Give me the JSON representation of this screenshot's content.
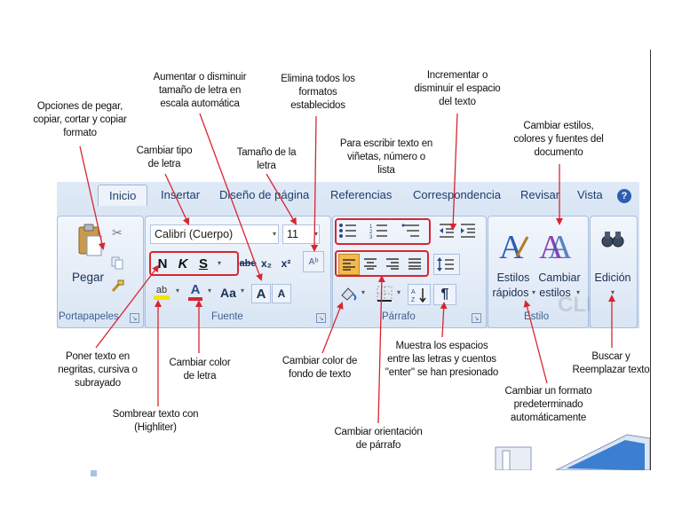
{
  "ribbon": {
    "tabs": [
      "Inicio",
      "Insertar",
      "Diseño de página",
      "Referencias",
      "Correspondencia",
      "Revisar",
      "Vista"
    ],
    "groups": {
      "clipboard": {
        "label": "Portapapeles",
        "paste_label": "Pegar"
      },
      "font": {
        "label": "Fuente",
        "font_name": "Calibri (Cuerpo)",
        "font_size": "11",
        "bold": "N",
        "italic": "K",
        "underline": "S",
        "strike": "abe",
        "subscript": "x₂",
        "superscript": "x²",
        "case": "Aa",
        "grow": "A",
        "shrink": "A",
        "font_color": "A"
      },
      "paragraph": {
        "label": "Párrafo",
        "pilcrow": "¶"
      },
      "styles": {
        "label": "Estilo",
        "quick_styles_1": "Estilos",
        "quick_styles_2": "rápidos",
        "change_styles_1": "Cambiar",
        "change_styles_2": "estilos"
      },
      "editing": {
        "label": "Edición"
      }
    },
    "watermark": "CLIC"
  },
  "annotations": {
    "paste_options": [
      "Opciones de pegar,",
      "copiar, cortar y copiar",
      "formato"
    ],
    "auto_size": [
      "Aumentar o disminuir",
      "tamaño de letra en",
      "escala automática"
    ],
    "clear_format": [
      "Elimina todos los",
      "formatos",
      "establecidos"
    ],
    "spacing": [
      "Incrementar o",
      "disminuir el espacio",
      "del texto"
    ],
    "font_type": [
      "Cambiar tipo",
      "de letra"
    ],
    "font_size": [
      "Tamaño de la",
      "letra"
    ],
    "bullets": [
      "Para escribir texto en",
      "viñetas, número o",
      "lista"
    ],
    "change_styles": [
      "Cambiar estilos,",
      "colores y fuentes del",
      "documento"
    ],
    "bold_italic": [
      "Poner texto en",
      "negritas, cursiva o",
      "subrayado"
    ],
    "font_color": [
      "Cambiar color",
      "de letra"
    ],
    "bg_color": [
      "Cambiar color de",
      "fondo de texto"
    ],
    "show_spaces": [
      "Muestra los espacios",
      "entre las letras y cuentos",
      "\"enter\" se han presionado"
    ],
    "find_replace": [
      "Buscar y",
      "Reemplazar texto"
    ],
    "default_format": [
      "Cambiar un formato",
      "predeterminado",
      "automáticamente"
    ],
    "highlight": [
      "Sombrear texto con",
      "(Highliter)"
    ],
    "orientation": [
      "Cambiar orientación",
      "de párrafo"
    ]
  },
  "colors": {
    "annotation_red": "#d7262f",
    "ribbon_blue": "#c9daf0",
    "tab_text": "#1f3d6b",
    "highlight_yellow": "#f5e400",
    "font_color_red": "#d7262f"
  }
}
